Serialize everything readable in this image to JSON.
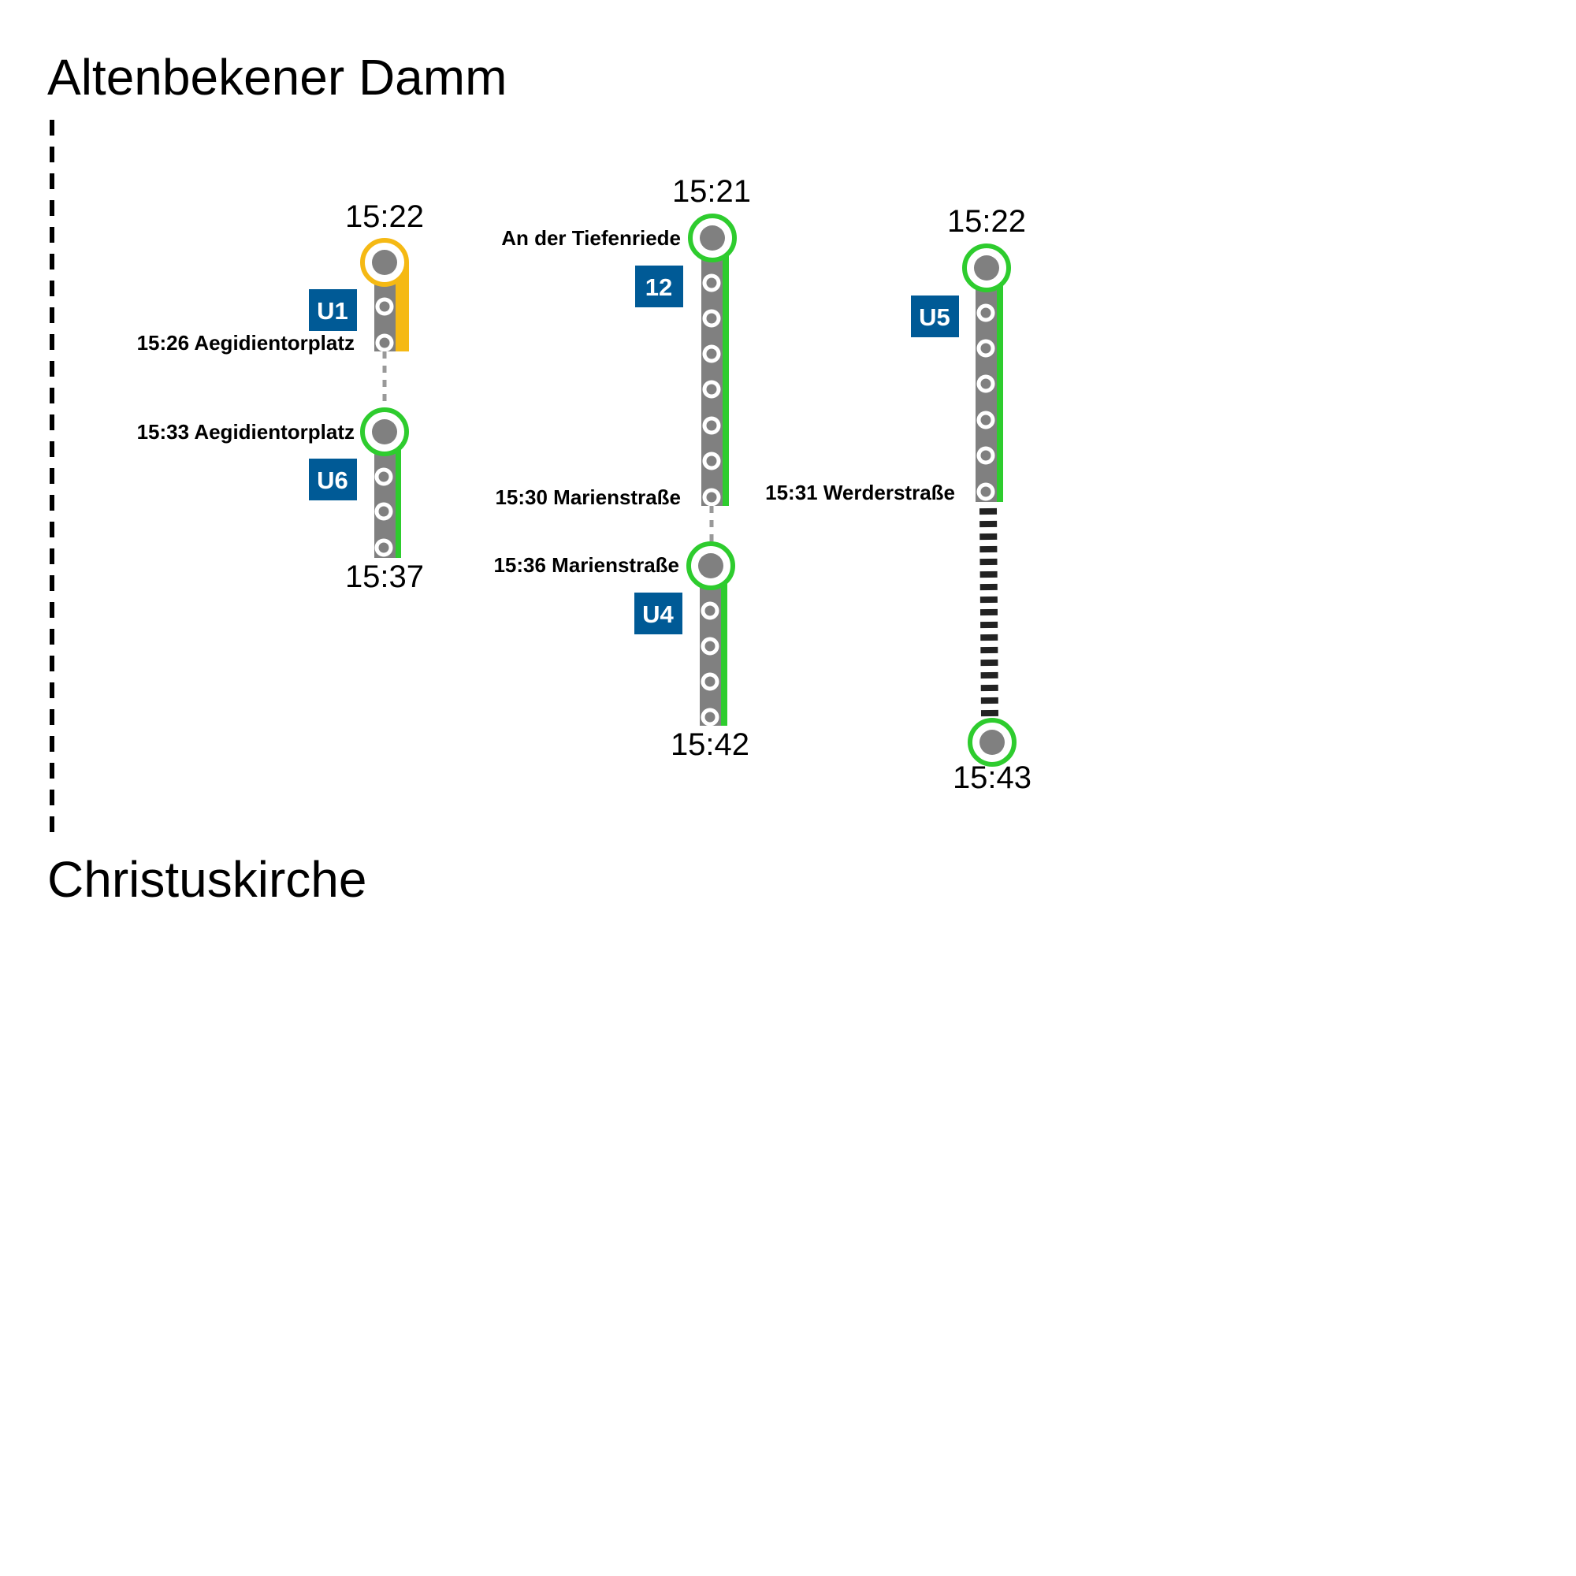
{
  "origin": "Altenbekener Damm",
  "destination": "Christuskirche",
  "colors": {
    "badge": "#005a96",
    "track": "#808080",
    "stop_node": "#808080",
    "green": "#2ecc2e",
    "yellow": "#f5b914",
    "walk": "#222222"
  },
  "journeys": [
    {
      "legs": [
        {
          "line": "U1",
          "status_color": "#f5b914",
          "dep_time": "15:22",
          "arr_label": "15:26 Aegidientorplatz"
        },
        {
          "line": "U6",
          "status_color": "#2ecc2e",
          "dep_label": "15:33 Aegidientorplatz",
          "arr_time": "15:37"
        }
      ]
    },
    {
      "legs": [
        {
          "line": "12",
          "status_color": "#2ecc2e",
          "dep_time": "15:21",
          "dep_label": "An der Tiefenriede",
          "arr_label": "15:30 Marienstraße"
        },
        {
          "line": "U4",
          "status_color": "#2ecc2e",
          "dep_label": "15:36 Marienstraße",
          "arr_time": "15:42"
        }
      ]
    },
    {
      "legs": [
        {
          "line": "U5",
          "status_color": "#2ecc2e",
          "dep_time": "15:22",
          "arr_label": "15:31 Werderstraße"
        },
        {
          "mode": "walk",
          "arr_time": "15:43"
        }
      ]
    }
  ]
}
